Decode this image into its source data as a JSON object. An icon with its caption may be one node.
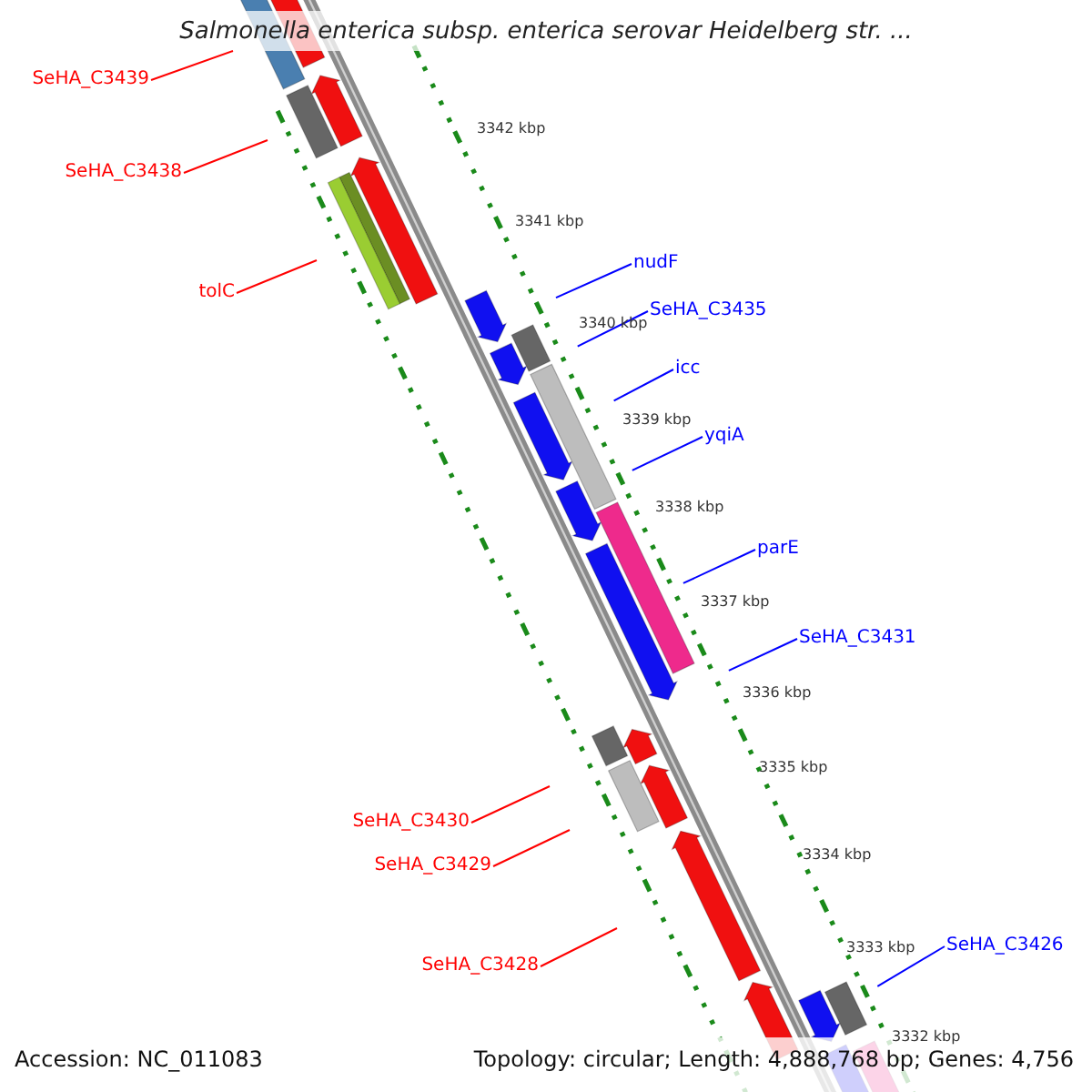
{
  "diagram": {
    "title": "Salmonella enterica subsp. enterica serovar Heidelberg str. ...",
    "nodes": [
      {
        "text": [
          "SeHA_C3439"
        ]
      },
      {
        "text": [
          "SeHA_C3438"
        ]
      },
      {
        "text": [
          "tolC"
        ]
      },
      {
        "text": [
          "nudF"
        ]
      },
      {
        "text": [
          "SeHA_C3435"
        ]
      },
      {
        "text": [
          "icc"
        ]
      },
      {
        "text": [
          "yqiA"
        ]
      },
      {
        "text": [
          "parE"
        ]
      },
      {
        "text": [
          "SeHA_C3431"
        ]
      },
      {
        "text": [
          "SeHA_C3430"
        ]
      },
      {
        "text": [
          "SeHA_C3429"
        ]
      },
      {
        "text": [
          "SeHA_C3428"
        ]
      },
      {
        "text": [
          "SeHA_C3426"
        ]
      }
    ],
    "edges": [
      {
        "from": 0,
        "to": null,
        "arrow": "none",
        "color": "#ff0000"
      },
      {
        "from": 1,
        "to": null,
        "arrow": "none",
        "color": "#ff0000"
      },
      {
        "from": 2,
        "to": null,
        "arrow": "none",
        "color": "#ff0000"
      },
      {
        "from": 3,
        "to": null,
        "arrow": "none"
      },
      {
        "from": 4,
        "to": null,
        "arrow": "none"
      },
      {
        "from": 5,
        "to": null,
        "arrow": "none"
      },
      {
        "from": 6,
        "to": null,
        "arrow": "none"
      },
      {
        "from": 7,
        "to": null,
        "arrow": "none"
      },
      {
        "from": 8,
        "to": null,
        "arrow": "none"
      },
      {
        "from": 9,
        "to": null,
        "arrow": "none",
        "color": "#ff0000"
      },
      {
        "from": 10,
        "to": null,
        "arrow": "none",
        "color": "#ff0000"
      },
      {
        "from": 11,
        "to": null,
        "arrow": "none",
        "color": "#ff0000"
      },
      {
        "from": 12,
        "to": null,
        "arrow": "none"
      }
    ],
    "labels": [
      "3342 kbp",
      "3341 kbp",
      "3340 kbp",
      "3339 kbp",
      "3338 kbp",
      "3337 kbp",
      "3336 kbp",
      "3335 kbp",
      "3334 kbp",
      "3333 kbp",
      "3332 kbp",
      "Accession: NC_011083",
      "Topology: circular; Length: 4,888,768 bp; Genes: 4,756"
    ]
  }
}
